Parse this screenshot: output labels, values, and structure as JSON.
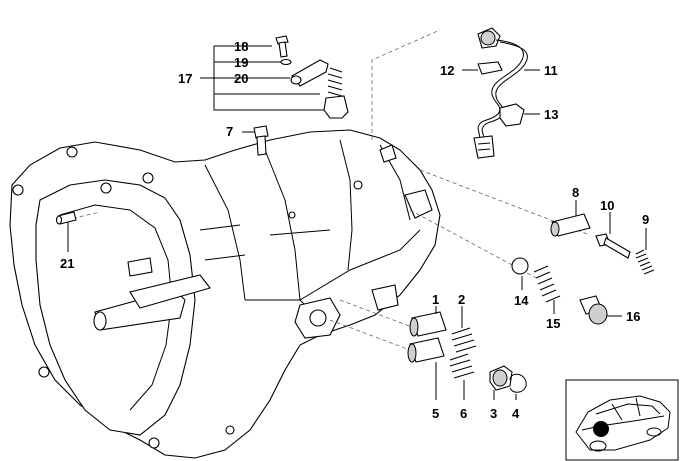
{
  "diagram": {
    "callouts": {
      "c1": "1",
      "c2": "2",
      "c3": "3",
      "c4": "4",
      "c5": "5",
      "c6": "6",
      "c7": "7",
      "c8": "8",
      "c9": "9",
      "c10": "10",
      "c11": "11",
      "c12": "12",
      "c13": "13",
      "c14": "14",
      "c15": "15",
      "c16": "16",
      "c17": "17",
      "c18": "18",
      "c19": "19",
      "c20": "20",
      "c21": "21"
    },
    "vehicle_marker_color": "#000000",
    "line_color": "#000000"
  }
}
